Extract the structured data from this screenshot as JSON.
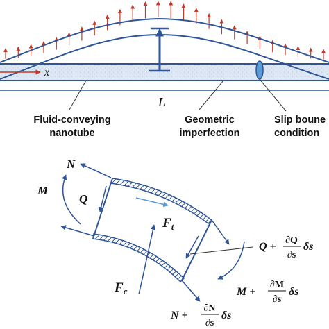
{
  "colors": {
    "load_arrow": "#c0392b",
    "structure": "#2f5597",
    "tube_fill": "#dde6f3",
    "flow_arrow": "#5b9bd5",
    "axis_arrow": "#c0392b",
    "text": "#111111",
    "leader": "#333333"
  },
  "beam": {
    "axis_label": "x",
    "length_label": "L",
    "load_arrow_count": 26
  },
  "labels": {
    "nanotube_line1": "Fluid-conveying",
    "nanotube_line2": "nanotube",
    "imperfection_line1": "Geometric",
    "imperfection_line2": "imperfection",
    "slip_line1": "Slip boune",
    "slip_line2": "condition"
  },
  "element": {
    "N": "N",
    "M": "M",
    "Q": "Q",
    "Ft_main": "F",
    "Ft_sub": "t",
    "Fc_main": "F",
    "Fc_sub": "c",
    "Q_plus": "Q +",
    "dQ": "∂Q",
    "ds_q": "∂s",
    "ds_tail_q": "δs",
    "M_plus": "M +",
    "dM": "∂M",
    "ds_m": "∂s",
    "ds_tail_m": "δs",
    "N_plus": "N +",
    "dN": "∂N",
    "ds_n": "∂s",
    "ds_tail_n": "δs"
  }
}
